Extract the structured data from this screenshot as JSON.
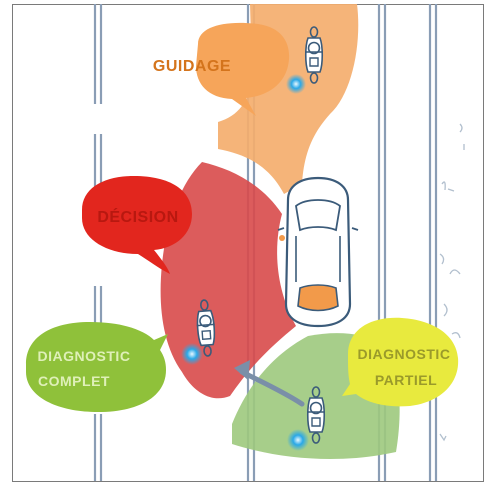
{
  "labels": {
    "guidage": "GUIDAGE",
    "decision": "DÉCISION",
    "diagnostic_complet_line1": "DIAGNOSTIC",
    "diagnostic_complet_line2": "COMPLET",
    "diagnostic_partiel_line1": "DIAGNOSTIC",
    "diagnostic_partiel_line2": "PARTIEL"
  },
  "colors": {
    "guidage_zone": "#f4ae6e",
    "guidage_bubble": "#f6a55a",
    "guidage_text": "#d4741c",
    "decision_zone": "#d84a4a",
    "decision_bubble": "#e2261e",
    "decision_text": "#b81810",
    "complet_bubble": "#8fc13a",
    "complet_text": "#dff0b8",
    "partiel_zone": "#9dc97d",
    "partiel_bubble": "#e8ea3e",
    "partiel_text": "#9a9a2a",
    "lane_lines": "#8a9db5",
    "vehicle_outline": "#3b5b7a",
    "car_accent": "#f29a4a",
    "sensor_glow": "#2aa8e8",
    "arrow": "#7a8fa8"
  },
  "icons": [
    "motorcycle-icon",
    "car-icon",
    "sensor-dot-icon",
    "arrow-icon"
  ]
}
